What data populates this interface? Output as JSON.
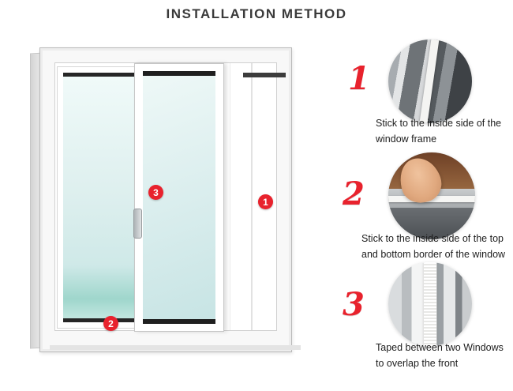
{
  "title": "INSTALLATION METHOD",
  "colors": {
    "accent_red": "#e8222d",
    "text": "#1d1d1d",
    "glass_tint": "#d7ecec"
  },
  "window_diagram": {
    "markers": [
      {
        "label": "3",
        "placement": "on middle sliding sash glass"
      },
      {
        "label": "1",
        "placement": "on right inner frame track"
      },
      {
        "label": "2",
        "placement": "on bottom frame rail"
      }
    ]
  },
  "steps": [
    {
      "number": "1",
      "photo": "seal-strip-on-window-frame-corner",
      "caption_line1": "Stick to the inside side of the",
      "caption_line2": "window frame"
    },
    {
      "number": "2",
      "photo": "finger-pressing-seal-on-window-border",
      "caption_line1": "Stick to the inside side of the top",
      "caption_line2": "and bottom border of the window"
    },
    {
      "number": "3",
      "photo": "brush-seal-taped-between-two-windows",
      "caption_line1": "Taped between two Windows",
      "caption_line2": "to overlap the front"
    }
  ]
}
